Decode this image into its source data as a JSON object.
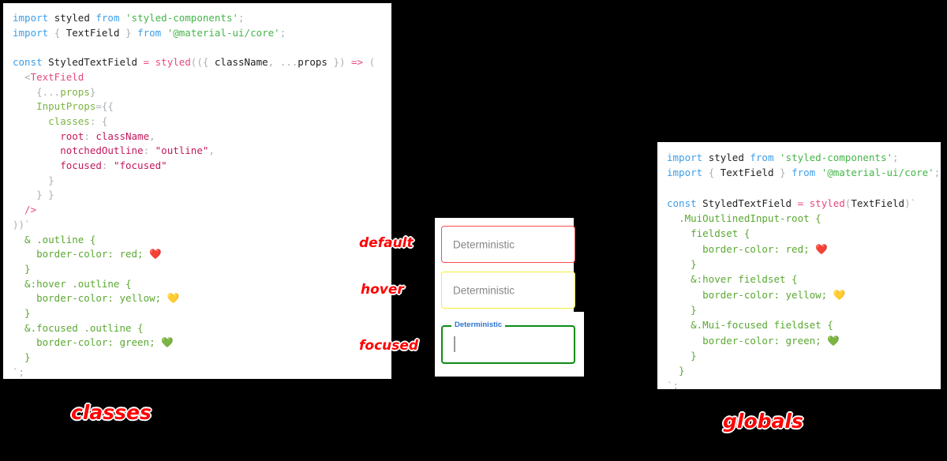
{
  "panels": {
    "classes": {
      "title": "classes",
      "code_lines": [
        [
          [
            "import ",
            "kw"
          ],
          [
            "styled ",
            "plain"
          ],
          [
            "from ",
            "kw"
          ],
          [
            "'styled-components'",
            "str"
          ],
          [
            ";",
            "punct"
          ]
        ],
        [
          [
            "import ",
            "kw"
          ],
          [
            "{ ",
            "punct"
          ],
          [
            "TextField ",
            "plain"
          ],
          [
            "} ",
            "punct"
          ],
          [
            "from ",
            "kw"
          ],
          [
            "'@material-ui/core'",
            "str"
          ],
          [
            ";",
            "punct"
          ]
        ],
        [],
        [
          [
            "const ",
            "kw"
          ],
          [
            "StyledTextField ",
            "plain"
          ],
          [
            "= ",
            "op"
          ],
          [
            "styled",
            "fn"
          ],
          [
            "(({ ",
            "punct"
          ],
          [
            "className",
            "plain"
          ],
          [
            ", ",
            "punct"
          ],
          [
            "...",
            "punct"
          ],
          [
            "props",
            "plain"
          ],
          [
            " }) ",
            "punct"
          ],
          [
            "=> ",
            "op"
          ],
          [
            "(",
            "punct"
          ]
        ],
        [
          [
            "  <",
            "punct"
          ],
          [
            "TextField",
            "tag"
          ]
        ],
        [
          [
            "    {...",
            "punct"
          ],
          [
            "props",
            "prop"
          ],
          [
            "}",
            "punct"
          ]
        ],
        [
          [
            "    InputProps",
            "prop"
          ],
          [
            "={{",
            "punct"
          ]
        ],
        [
          [
            "      classes",
            "prop"
          ],
          [
            ": {",
            "punct"
          ]
        ],
        [
          [
            "        root",
            "key"
          ],
          [
            ": ",
            "punct"
          ],
          [
            "className",
            "key"
          ],
          [
            ",",
            "punct"
          ]
        ],
        [
          [
            "        notchedOutline",
            "key"
          ],
          [
            ": ",
            "punct"
          ],
          [
            "\"outline\"",
            "key"
          ],
          [
            ",",
            "punct"
          ]
        ],
        [
          [
            "        focused",
            "key"
          ],
          [
            ": ",
            "punct"
          ],
          [
            "\"focused\"",
            "key"
          ]
        ],
        [
          [
            "      }",
            "punct"
          ]
        ],
        [
          [
            "    } }",
            "punct"
          ]
        ],
        [
          [
            "  />",
            "tag"
          ]
        ],
        [
          [
            "))`",
            "punct"
          ]
        ],
        [
          [
            "  & .outline {",
            "css"
          ]
        ],
        [
          [
            "    border-color: red; ",
            "css"
          ],
          [
            "❤️",
            "emoji"
          ]
        ],
        [
          [
            "  }",
            "css"
          ]
        ],
        [
          [
            "  &:hover .outline {",
            "css"
          ]
        ],
        [
          [
            "    border-color: yellow; ",
            "css"
          ],
          [
            "💛",
            "emoji"
          ]
        ],
        [
          [
            "  }",
            "css"
          ]
        ],
        [
          [
            "  &.focused .outline {",
            "css"
          ]
        ],
        [
          [
            "    border-color: green; ",
            "css"
          ],
          [
            "💚",
            "emoji"
          ]
        ],
        [
          [
            "  }",
            "css"
          ]
        ],
        [
          [
            "`;",
            "punct"
          ]
        ]
      ]
    },
    "globals": {
      "title": "globals",
      "code_lines": [
        [
          [
            "import ",
            "kw"
          ],
          [
            "styled ",
            "plain"
          ],
          [
            "from ",
            "kw"
          ],
          [
            "'styled-components'",
            "str"
          ],
          [
            ";",
            "punct"
          ]
        ],
        [
          [
            "import ",
            "kw"
          ],
          [
            "{ ",
            "punct"
          ],
          [
            "TextField ",
            "plain"
          ],
          [
            "} ",
            "punct"
          ],
          [
            "from ",
            "kw"
          ],
          [
            "'@material-ui/core'",
            "str"
          ],
          [
            ";",
            "punct"
          ]
        ],
        [],
        [
          [
            "const ",
            "kw"
          ],
          [
            "StyledTextField ",
            "plain"
          ],
          [
            "= ",
            "op"
          ],
          [
            "styled",
            "fn"
          ],
          [
            "(",
            "punct"
          ],
          [
            "TextField",
            "plain"
          ],
          [
            ")`",
            "punct"
          ]
        ],
        [
          [
            "  .MuiOutlinedInput-root {",
            "css"
          ]
        ],
        [
          [
            "    fieldset {",
            "css"
          ]
        ],
        [
          [
            "      border-color: red; ",
            "css"
          ],
          [
            "❤️",
            "emoji"
          ]
        ],
        [
          [
            "    }",
            "css"
          ]
        ],
        [
          [
            "    &:hover fieldset {",
            "css"
          ]
        ],
        [
          [
            "      border-color: yellow; ",
            "css"
          ],
          [
            "💛",
            "emoji"
          ]
        ],
        [
          [
            "    }",
            "css"
          ]
        ],
        [
          [
            "    &.Mui-focused fieldset {",
            "css"
          ]
        ],
        [
          [
            "      border-color: green; ",
            "css"
          ],
          [
            "💚",
            "emoji"
          ]
        ],
        [
          [
            "    }",
            "css"
          ]
        ],
        [
          [
            "  }",
            "css"
          ]
        ],
        [
          [
            "`;",
            "punct"
          ]
        ]
      ]
    }
  },
  "preview": {
    "fields": [
      {
        "state": "default",
        "annotation": "default",
        "value": "Deterministic",
        "border_color": "#fb4c4c",
        "label_visible": false
      },
      {
        "state": "hover",
        "annotation": "hover",
        "value": "Deterministic",
        "border_color": "#f3ef3a",
        "label_visible": false
      },
      {
        "state": "focused",
        "annotation": "focused",
        "value": "",
        "notch_label": "Deterministic",
        "border_color": "#0e8c16",
        "label_color": "#2f74d0",
        "label_visible": true
      }
    ]
  },
  "colors": {
    "background": "#000000",
    "panel": "#ffffff",
    "annotation": "#ff0000",
    "red": "#fb4c4c",
    "yellow": "#f3ef3a",
    "green": "#0e8c16",
    "blue_label": "#2f74d0"
  }
}
